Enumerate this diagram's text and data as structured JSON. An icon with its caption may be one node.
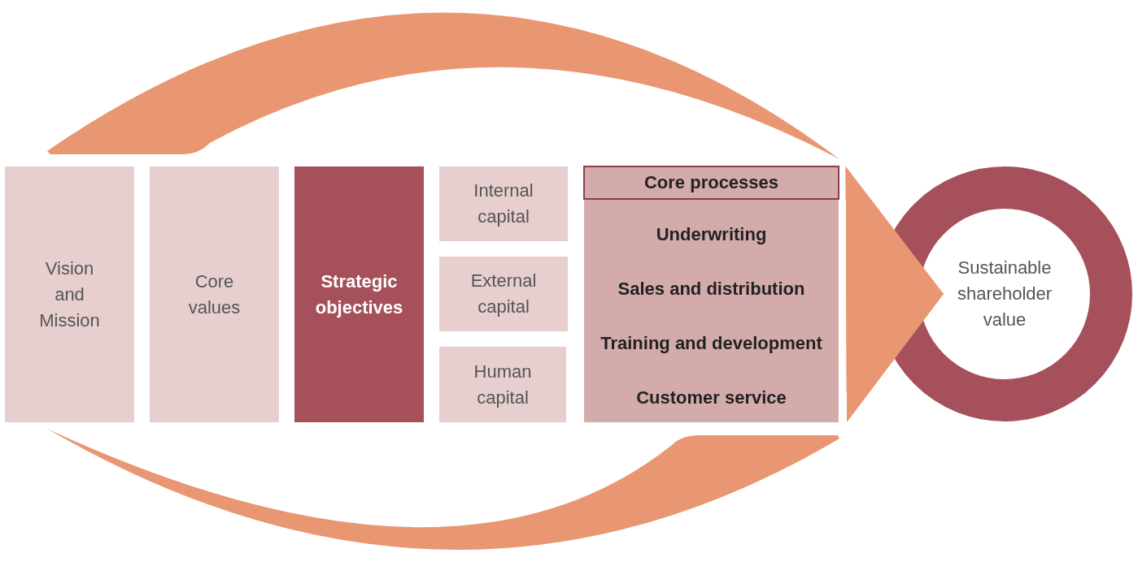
{
  "diagram": {
    "nodes": [
      {
        "text": [
          "Vision and Mission"
        ]
      },
      {
        "text": [
          "Core values"
        ]
      },
      {
        "text": [
          "Strategic objectives"
        ]
      },
      {
        "text": [
          "Internal capital"
        ]
      },
      {
        "text": [
          "External capital"
        ]
      },
      {
        "text": [
          "Human capital"
        ]
      },
      {
        "text": [
          "Underwriting",
          "Sales and distribution",
          "Training and development",
          "Customer service"
        ]
      },
      {
        "text": [
          "Core processes"
        ],
        "in": 6
      },
      {
        "text": [
          "Sustainable shareholder value"
        ]
      }
    ],
    "edges": [
      {
        "from": 6,
        "to": 8,
        "arrow": "to"
      }
    ]
  }
}
